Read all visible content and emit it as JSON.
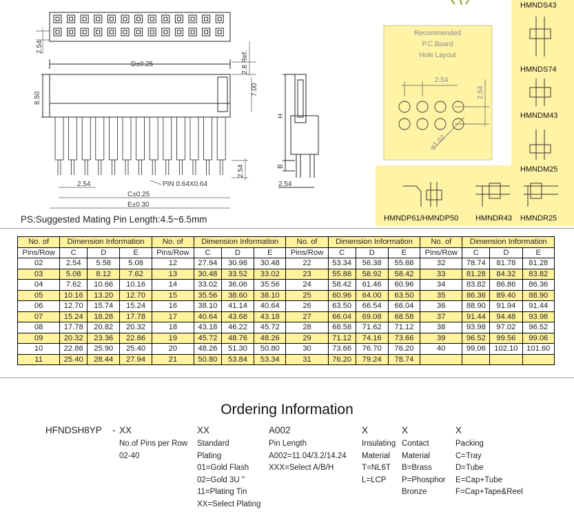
{
  "drawing": {
    "pitch_top": "2.54",
    "d_label": "D±0.25",
    "ref_label": "2.8 Ref.",
    "height_850": "8.50",
    "height_700": "7.00",
    "pin_len_254": "2.54",
    "pitch_bottom": "2.54",
    "pin_label": "PIN 0.64X0.64",
    "c_label": "C±0.25",
    "e_label": "E±0.30",
    "side_h": "H",
    "side_b": "B",
    "side_pitch": "2.54"
  },
  "pcb": {
    "title_lines": [
      "Recommended",
      "P.C.Board",
      "Hole Layout"
    ],
    "pitch_h": "2.54",
    "pitch_v": "2.54",
    "hole_dia": "φ1.02"
  },
  "variants": {
    "labels": [
      "HMNDS43",
      "HMNDS74",
      "HMNDM43",
      "HMNDM25",
      "HMNDP61/HMNDP50",
      "HMNDR43",
      "HMNDR25"
    ],
    "highlight_color": "#fff3a6"
  },
  "note": "PS:Suggested Mating Pin Length:4.5~6.5mm",
  "table": {
    "group_header": "No. of",
    "group_header2": "Pins/Row",
    "dim_header": "Dimension Information",
    "cols": [
      "C",
      "D",
      "E"
    ],
    "groups": [
      [
        [
          "02",
          "2.54",
          "5.58",
          "5.08"
        ],
        [
          "03",
          "5.08",
          "8.12",
          "7.62"
        ],
        [
          "04",
          "7.62",
          "10.66",
          "10.16"
        ],
        [
          "05",
          "10.16",
          "13.20",
          "12.70"
        ],
        [
          "06",
          "12.70",
          "15.74",
          "15.24"
        ],
        [
          "07",
          "15.24",
          "18.28",
          "17.78"
        ],
        [
          "08",
          "17.78",
          "20.82",
          "20.32"
        ],
        [
          "09",
          "20.32",
          "23.36",
          "22.86"
        ],
        [
          "10",
          "22.86",
          "25.90",
          "25.40"
        ],
        [
          "11",
          "25.40",
          "28.44",
          "27.94"
        ]
      ],
      [
        [
          "12",
          "27.94",
          "30.98",
          "30.48"
        ],
        [
          "13",
          "30.48",
          "33.52",
          "33.02"
        ],
        [
          "14",
          "33.02",
          "36.06",
          "35.56"
        ],
        [
          "15",
          "35.56",
          "38.60",
          "38.10"
        ],
        [
          "16",
          "38.10",
          "41.14",
          "40.64"
        ],
        [
          "17",
          "40.64",
          "43.68",
          "43.18"
        ],
        [
          "18",
          "43.18",
          "46.22",
          "45.72"
        ],
        [
          "19",
          "45.72",
          "48.76",
          "48.26"
        ],
        [
          "20",
          "48.26",
          "51.30",
          "50.80"
        ],
        [
          "21",
          "50.80",
          "53.84",
          "53.34"
        ]
      ],
      [
        [
          "22",
          "53.34",
          "56.38",
          "55.88"
        ],
        [
          "23",
          "55.88",
          "58.92",
          "58.42"
        ],
        [
          "24",
          "58.42",
          "61.46",
          "60.96"
        ],
        [
          "25",
          "60.96",
          "64.00",
          "63.50"
        ],
        [
          "26",
          "63.50",
          "66.54",
          "66.04"
        ],
        [
          "27",
          "66.04",
          "69.08",
          "68.58"
        ],
        [
          "28",
          "68.58",
          "71.62",
          "71.12"
        ],
        [
          "29",
          "71.12",
          "74.16",
          "73.66"
        ],
        [
          "30",
          "73.66",
          "76.70",
          "76.20"
        ],
        [
          "31",
          "76.20",
          "79.24",
          "78.74"
        ]
      ],
      [
        [
          "32",
          "78.74",
          "81.78",
          "81.28"
        ],
        [
          "33",
          "81.28",
          "84.32",
          "83.82"
        ],
        [
          "34",
          "83.82",
          "86.86",
          "86.36"
        ],
        [
          "35",
          "86.36",
          "89.40",
          "88.90"
        ],
        [
          "36",
          "88.90",
          "91.94",
          "91.44"
        ],
        [
          "37",
          "91.44",
          "94.48",
          "93.98"
        ],
        [
          "38",
          "93.98",
          "97.02",
          "96.52"
        ],
        [
          "39",
          "96.52",
          "99.56",
          "99.06"
        ],
        [
          "40",
          "99.06",
          "102.10",
          "101.60"
        ],
        [
          "",
          "",
          "",
          ""
        ]
      ]
    ],
    "highlight_color": "#fff39e"
  },
  "ordering": {
    "title": "Ordering Information",
    "part_prefix": "HFNDSH8YP",
    "dash": "-",
    "columns": [
      {
        "code": "XX",
        "lines": [
          "No.of Pins per Row",
          "02-40"
        ]
      },
      {
        "code": "XX",
        "lines": [
          "Standard",
          "Plating",
          "01=Gold Flash",
          "02=Gold 3U \"",
          "11=Plating Tin",
          "XX=Select Plating"
        ]
      },
      {
        "code": "A002",
        "lines": [
          "Pin Length",
          "A002=11.04/3.2/14.24",
          "XXX=Select A/B/H"
        ]
      },
      {
        "code": "X",
        "lines": [
          "Insulating",
          "Material",
          "T=NL6T",
          "L=LCP"
        ]
      },
      {
        "code": "X",
        "lines": [
          "Contact",
          "Material",
          "B=Brass",
          "P=Phosphor",
          "Bronze"
        ]
      },
      {
        "code": "X",
        "lines": [
          "Packing",
          "C=Tray",
          "D=Tube",
          "E=Cap+Tube",
          "F=Cap+Tape&Reel"
        ]
      }
    ]
  }
}
